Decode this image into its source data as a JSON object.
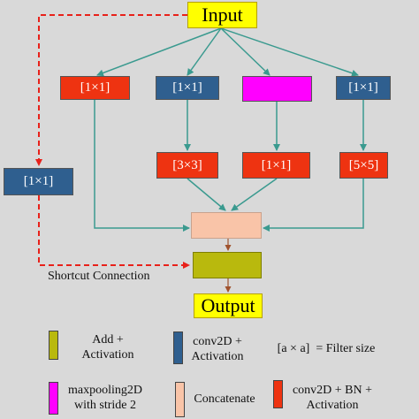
{
  "input": {
    "label": "Input"
  },
  "output": {
    "label": "Output"
  },
  "branch_top": [
    {
      "label": "[1×1]",
      "kind": "conv-bn"
    },
    {
      "label": "[1×1]",
      "kind": "conv"
    },
    {
      "label": "",
      "kind": "maxpool"
    },
    {
      "label": "[1×1]",
      "kind": "conv"
    }
  ],
  "branch_mid": [
    {
      "label": "[3×3]",
      "kind": "conv-bn"
    },
    {
      "label": "[1×1]",
      "kind": "conv-bn"
    },
    {
      "label": "[5×5]",
      "kind": "conv-bn"
    }
  ],
  "shortcut_conv": {
    "label": "[1×1]",
    "kind": "conv"
  },
  "shortcut_label": "Shortcut Connection",
  "legend": {
    "add": {
      "line1": "Add +",
      "line2": "Activation"
    },
    "conv": {
      "line1": "conv2D +",
      "line2": "Activation"
    },
    "filter": "[a × a]  = Filter size",
    "maxpool": {
      "line1": "maxpooling2D",
      "line2": "with stride 2"
    },
    "concat": "Concatenate",
    "conv_bn": {
      "line1": "conv2D + BN +",
      "line2": "Activation"
    }
  },
  "colors": {
    "conv": "#2f5f8f",
    "conv_bn": "#ee3311",
    "maxpool": "#ff00ff",
    "io": "#ffff00",
    "concat": "#f9c4a8",
    "add": "#b9b90d",
    "arrow": "#3a9a8f",
    "shortcut": "#e8211a"
  }
}
